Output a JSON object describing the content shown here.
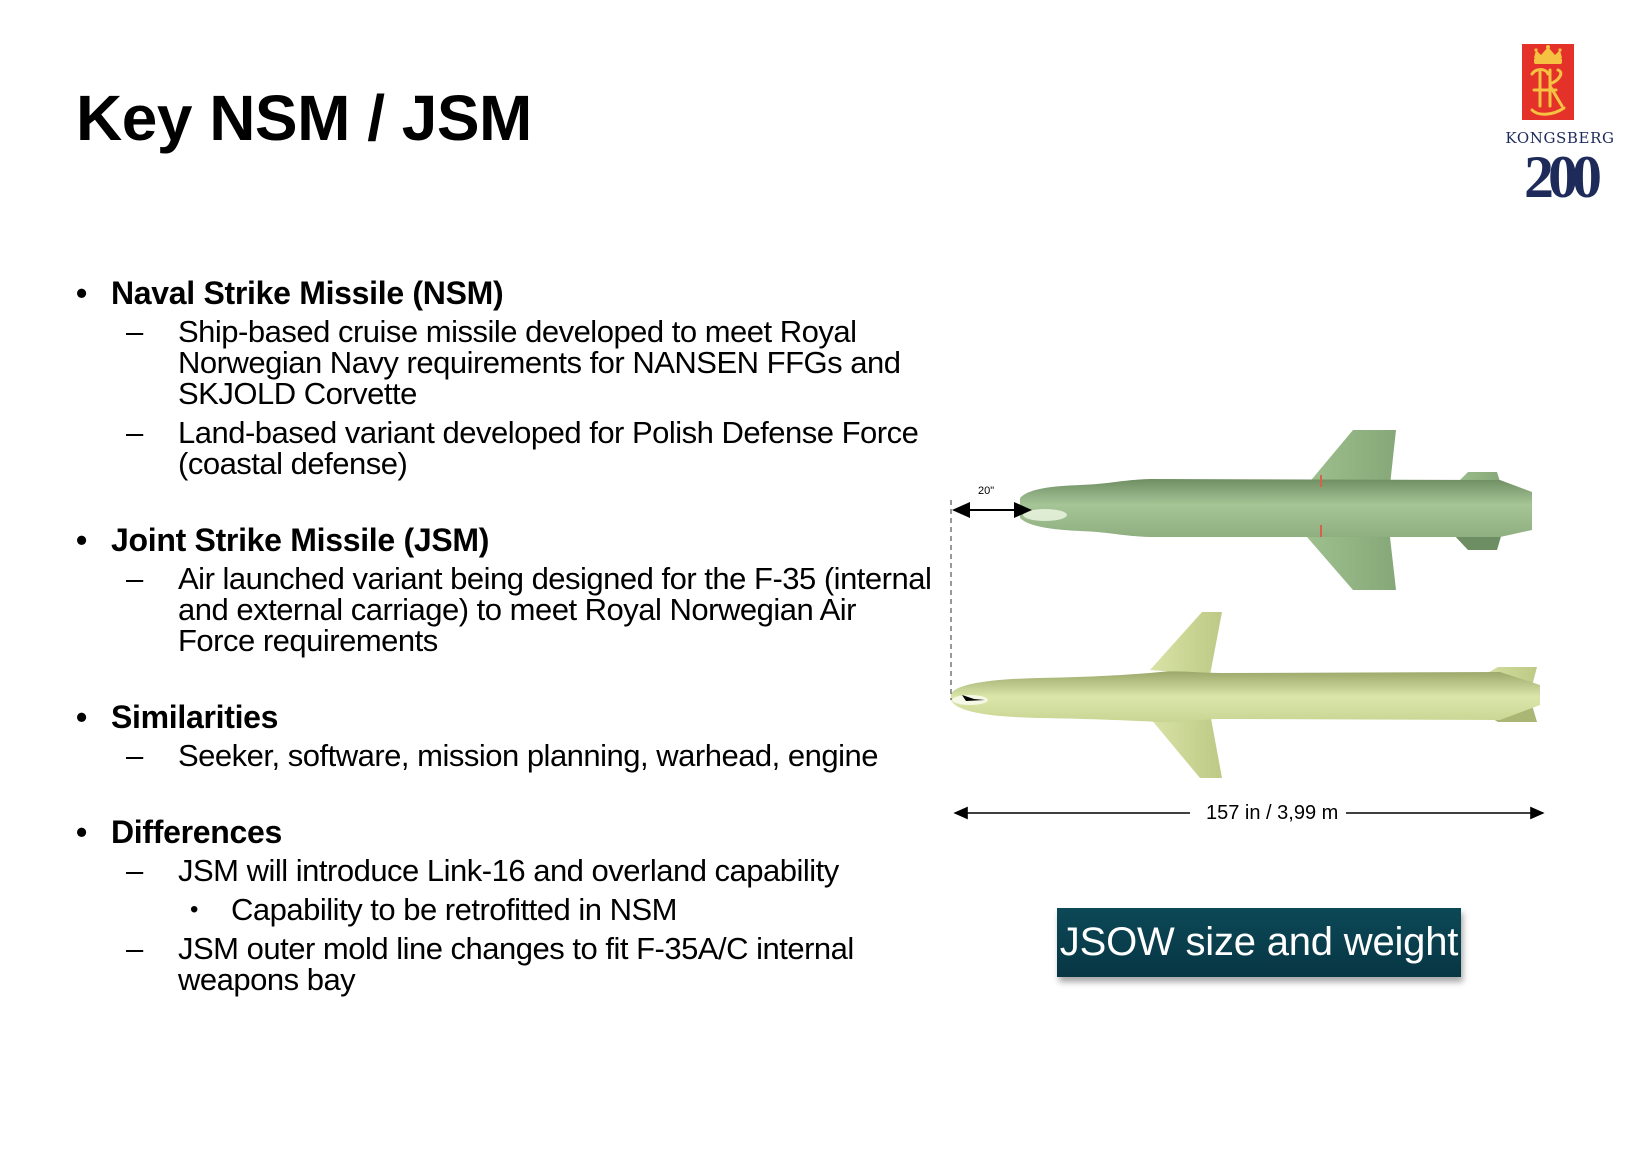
{
  "slide": {
    "title": "Key NSM / JSM",
    "logo": {
      "icon": "kongsberg-crown-monogram-icon",
      "brand": "KONGSBERG",
      "year": "200",
      "colors": {
        "box": "#e4322b",
        "emblem": "#f5c242",
        "text": "#1d2a5a"
      }
    },
    "bullet_glyph": "•",
    "dash_glyph": "–",
    "sections": [
      {
        "heading": "Naval Strike Missile (NSM)",
        "items": [
          {
            "text": "Ship-based cruise missile developed to meet Royal Norwegian Navy requirements for NANSEN FFGs and SKJOLD Corvette"
          },
          {
            "text": "Land-based variant developed for Polish Defense Force (coastal defense)"
          }
        ]
      },
      {
        "heading": "Joint Strike Missile (JSM)",
        "items": [
          {
            "text": "Air launched variant being designed for the F-35 (internal and external carriage) to meet Royal Norwegian Air Force requirements"
          }
        ]
      },
      {
        "heading": "Similarities",
        "items": [
          {
            "text": "Seeker, software, mission planning, warhead, engine"
          }
        ]
      },
      {
        "heading": "Differences",
        "items": [
          {
            "text": "JSM will introduce Link-16 and overland capability",
            "sub": "Capability to be retrofitted in NSM"
          },
          {
            "text": "JSM outer mold line changes to fit F-35A/C internal weapons bay"
          }
        ]
      }
    ],
    "figure": {
      "offset_label": "20\"",
      "length_label": "157 in / 3,99 m",
      "top_missile": {
        "name": "NSM",
        "color": "#9ebf8e"
      },
      "bottom_missile": {
        "name": "JSM",
        "color": "#d4e0a2"
      }
    },
    "button": {
      "label": "JSOW size and weight",
      "color": "#0a3f4d"
    }
  }
}
